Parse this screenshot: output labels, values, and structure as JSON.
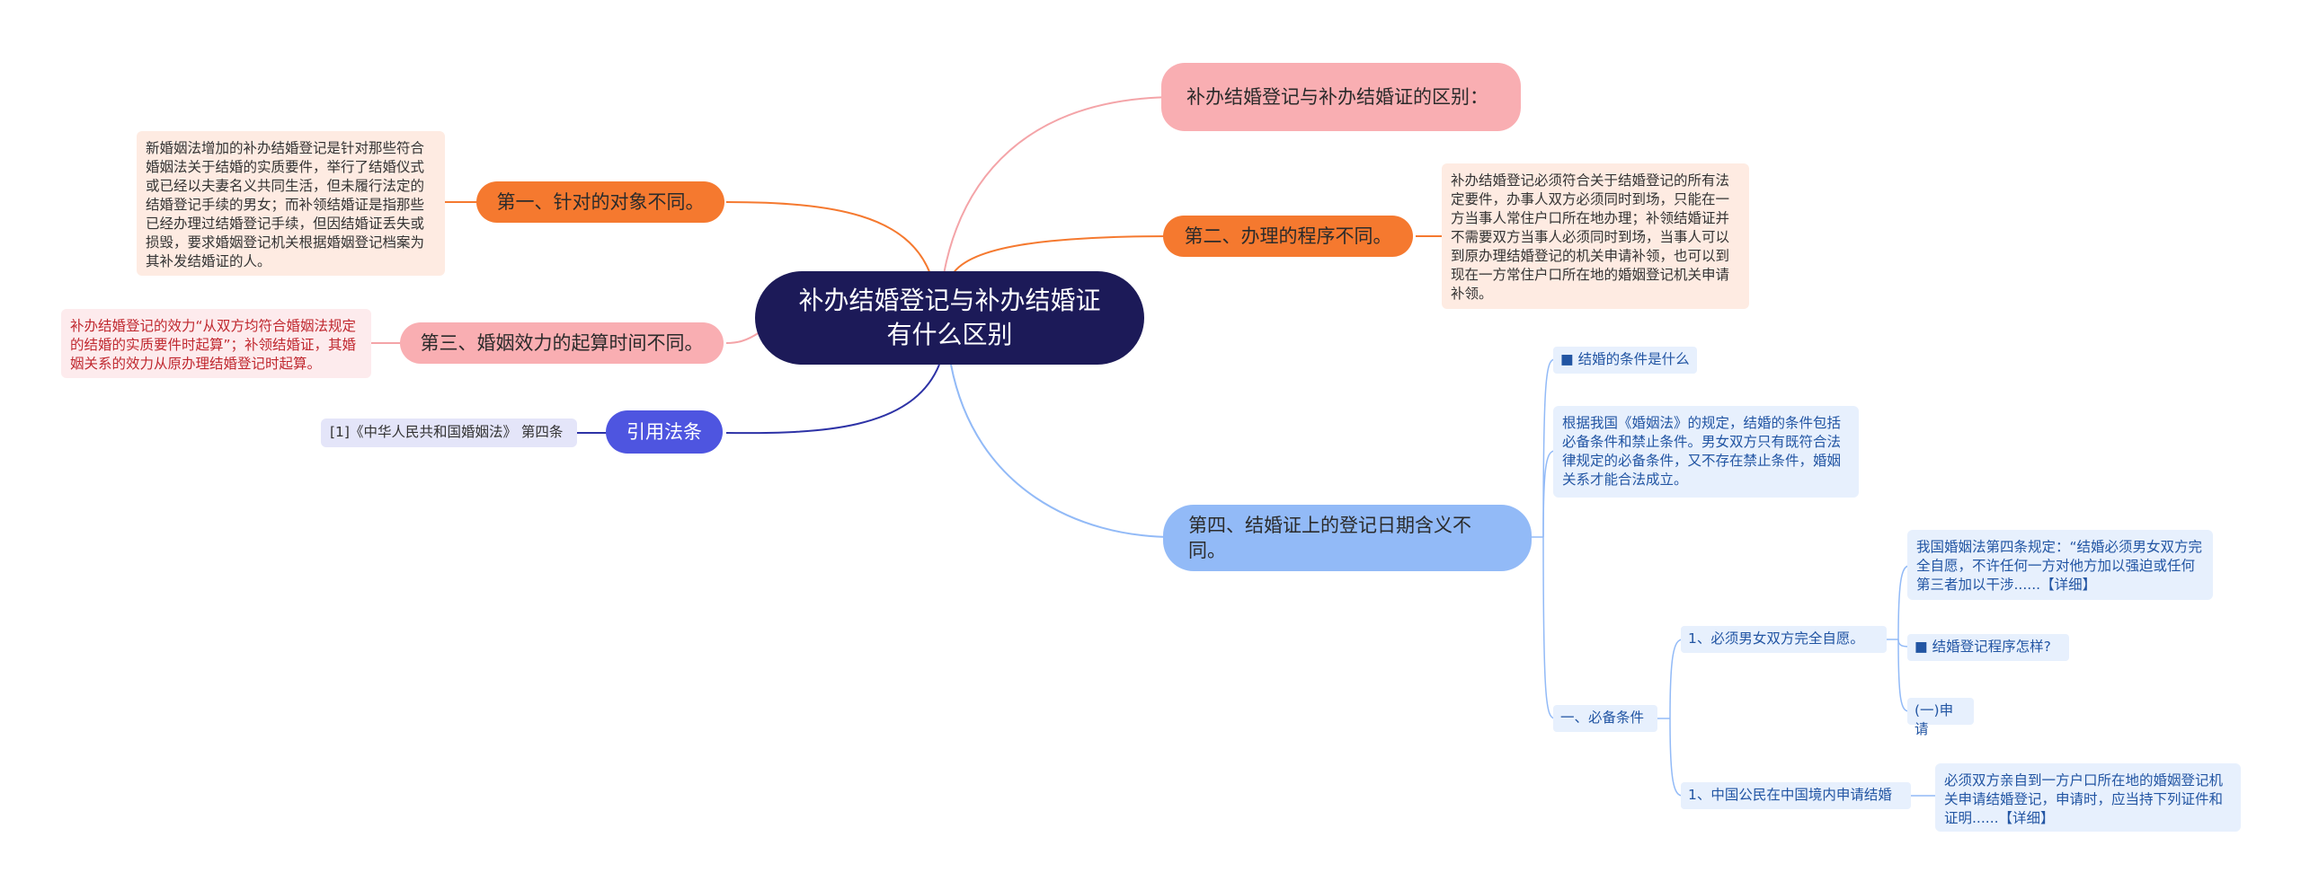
{
  "central": {
    "title": "补办结婚登记与补办结婚证有什么区别"
  },
  "branches": {
    "diff_title": "补办结婚登记与补办结婚证的区别：",
    "first": {
      "label": "第一、针对的对象不同。",
      "note": "新婚姻法增加的补办结婚登记是针对那些符合婚姻法关于结婚的实质要件，举行了结婚仪式或已经以夫妻名义共同生活，但未履行法定的结婚登记手续的男女；而补领结婚证是指那些已经办理过结婚登记手续，但因结婚证丢失或损毁，要求婚姻登记机关根据婚姻登记档案为其补发结婚证的人。"
    },
    "second": {
      "label": "第二、办理的程序不同。",
      "note": "补办结婚登记必须符合关于结婚登记的所有法定要件，办事人双方必须同时到场，只能在一方当事人常住户口所在地办理；补领结婚证并不需要双方当事人必须同时到场，当事人可以到原办理结婚登记的机关申请补领，也可以到现在一方常住户口所在地的婚姻登记机关申请补领。"
    },
    "third": {
      "label": "第三、婚姻效力的起算时间不同。",
      "note": "补办结婚登记的效力“从双方均符合婚姻法规定的结婚的实质要件时起算”；补领结婚证，其婚姻关系的效力从原办理结婚登记时起算。"
    },
    "law": {
      "label": "引用法条",
      "note": "[1]《中华人民共和国婚姻法》 第四条"
    },
    "fourth": {
      "label": "第四、结婚证上的登记日期含义不同。",
      "sub": {
        "conditions_link": "■ 结婚的条件是什么",
        "conditions_text": "根据我国《婚姻法》的规定，结婚的条件包括必备条件和禁止条件。男女双方只有既符合法律规定的必备条件，又不存在禁止条件，婚姻关系才能合法成立。",
        "required": "一、必备条件",
        "voluntary": "1、必须男女双方完全自愿。",
        "article4": "我国婚姻法第四条规定：“结婚必须男女双方完全自愿，不许任何一方对他方加以强迫或任何第三者加以干涉......【详细】",
        "procedure_link": "■ 结婚登记程序怎样?",
        "apply": "(一)申请",
        "citizens": "1、中国公民在中国境内申请结婚",
        "citizens_text": "必须双方亲自到一方户口所在地的婚姻登记机关申请结婚登记，申请时，应当持下列证件和证明......【详细】"
      }
    }
  },
  "colors": {
    "central": "#1c1a58",
    "orange": "#f5792f",
    "pink": "#f9aeb2",
    "blue": "#92baf7",
    "indigo": "#4e55e0"
  }
}
